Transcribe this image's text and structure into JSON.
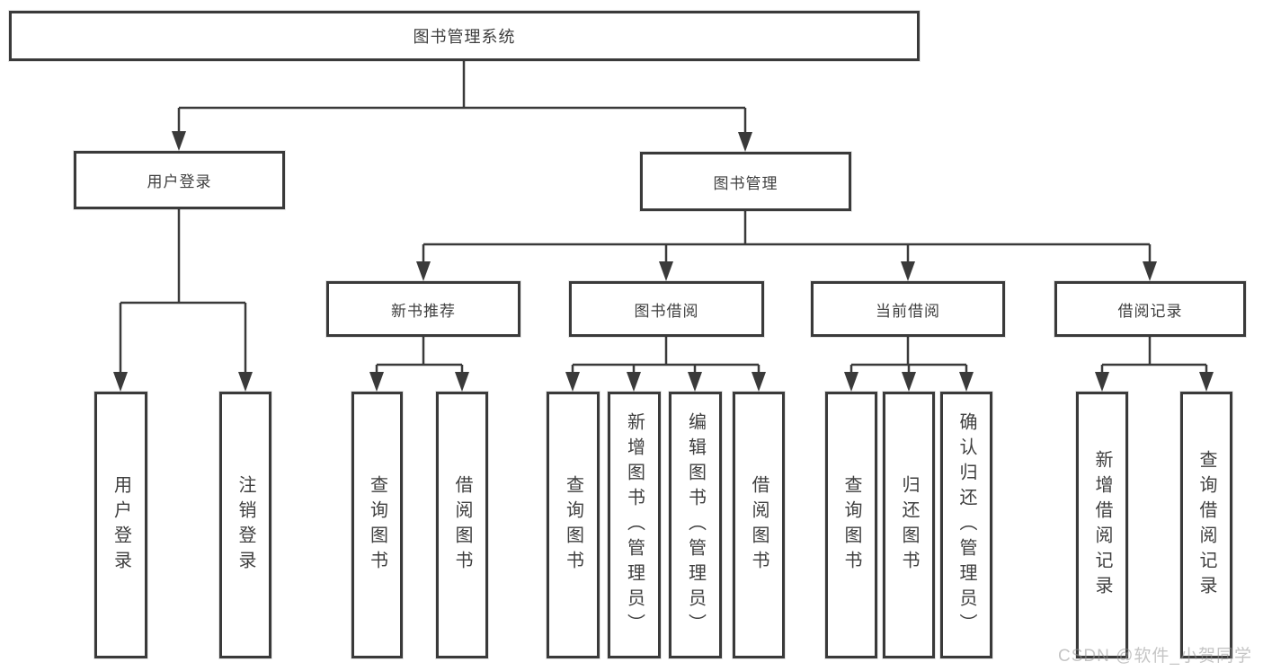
{
  "page": {
    "watermark": "CSDN @软件_小贺同学"
  },
  "diagram": {
    "root": {
      "label": "图书管理系统"
    },
    "branches": [
      {
        "label": "用户登录",
        "children": [
          {
            "label": "用户登录"
          },
          {
            "label": "注销登录"
          }
        ]
      },
      {
        "label": "图书管理",
        "children": [
          {
            "label": "新书推荐",
            "children": [
              {
                "label": "查询图书"
              },
              {
                "label": "借阅图书"
              }
            ]
          },
          {
            "label": "图书借阅",
            "children": [
              {
                "label": "查询图书"
              },
              {
                "label": "新增图书（管理员）"
              },
              {
                "label": "编辑图书（管理员）"
              },
              {
                "label": "借阅图书"
              }
            ]
          },
          {
            "label": "当前借阅",
            "children": [
              {
                "label": "查询图书"
              },
              {
                "label": "归还图书"
              },
              {
                "label": "确认归还（管理员）"
              }
            ]
          },
          {
            "label": "借阅记录",
            "children": [
              {
                "label": "新增借阅记录"
              },
              {
                "label": "查询借阅记录"
              }
            ]
          }
        ]
      }
    ]
  }
}
